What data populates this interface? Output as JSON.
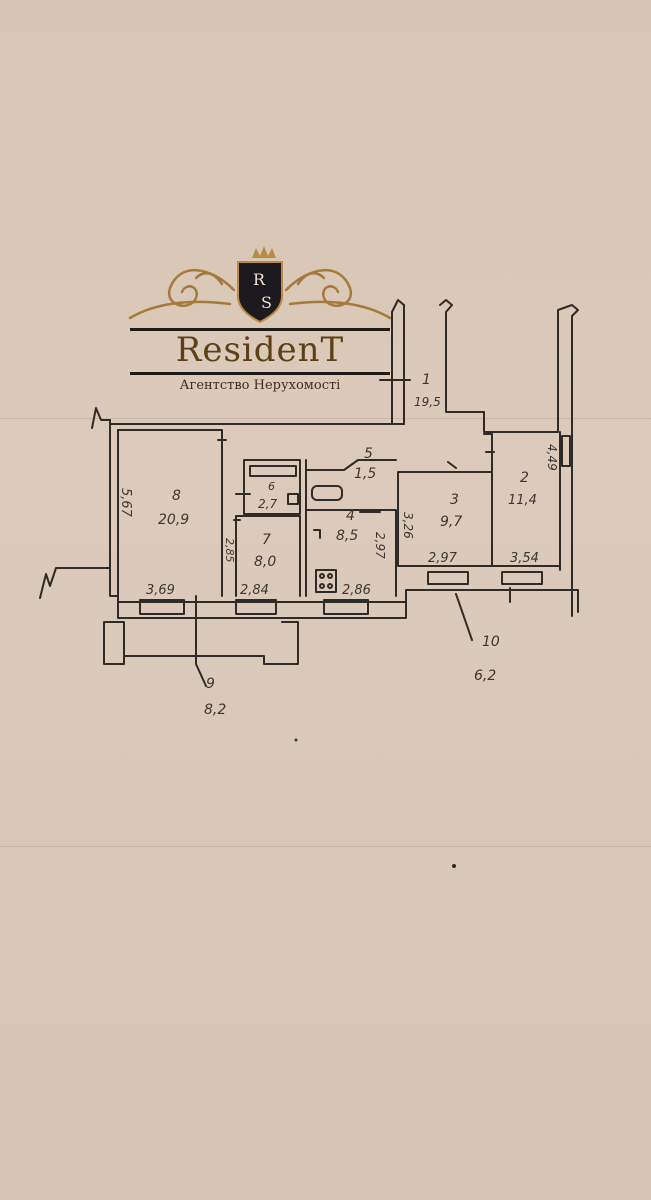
{
  "logo": {
    "title": "ResidenT",
    "subtitle": "Агентство Нерухомості",
    "crest_top": "R",
    "crest_bottom": "S"
  },
  "rooms": [
    {
      "id": "room-1",
      "number": "1",
      "area": "19,5"
    },
    {
      "id": "room-2",
      "number": "2",
      "area": "11,4"
    },
    {
      "id": "room-3",
      "number": "3",
      "area": "9,7"
    },
    {
      "id": "room-4",
      "number": "4",
      "area": "8,5"
    },
    {
      "id": "room-5",
      "number": "5",
      "area": "1,5"
    },
    {
      "id": "room-6",
      "number": "6",
      "area": "2,7"
    },
    {
      "id": "room-7",
      "number": "7",
      "area": "8,0"
    },
    {
      "id": "room-8",
      "number": "8",
      "area": "20,9"
    },
    {
      "id": "room-9",
      "number": "9",
      "area": "8,2"
    },
    {
      "id": "room-10",
      "number": "10",
      "area": "6,2"
    }
  ],
  "dimensions": {
    "room8_height": "5,67",
    "room8_width": "3,69",
    "room7_height": "2,85",
    "room7_width": "2,84",
    "room4_height": "2,97",
    "room4_width": "2,86",
    "room3_height": "3,26",
    "room3_width": "2,97",
    "room2_height": "4,49",
    "room2_width": "3,54"
  }
}
